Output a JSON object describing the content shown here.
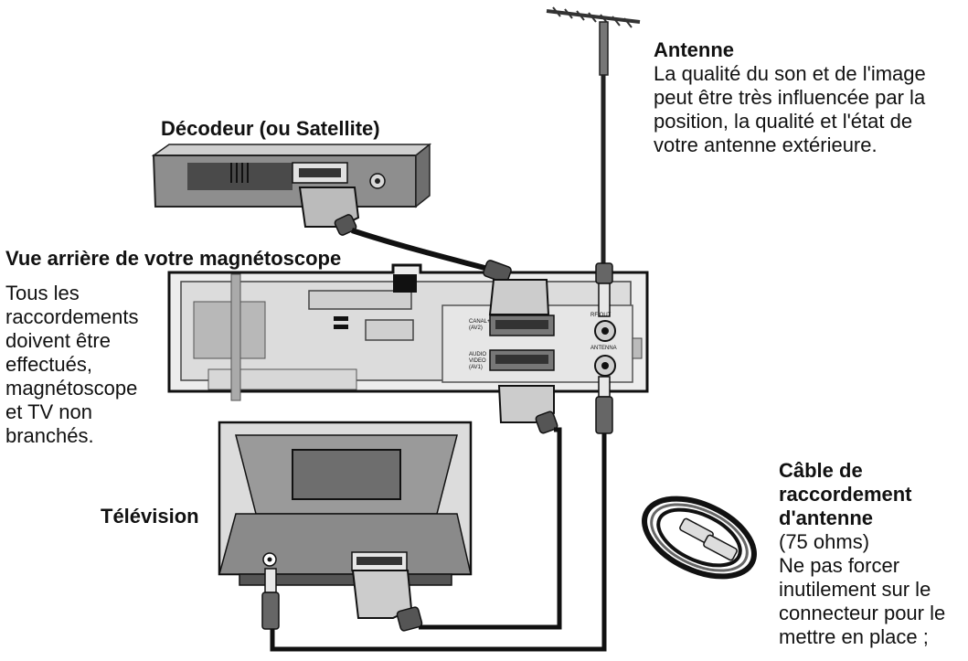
{
  "labels": {
    "decoder_title": "Décodeur (ou Satellite)",
    "vcr_title": "Vue arrière de votre magnétoscope",
    "tv_title": "Télévision",
    "antenna_title": "Antenne",
    "cable_title_lines": [
      "Câble de",
      "raccordement",
      "d'antenne"
    ]
  },
  "antenna_note_lines": [
    "La qualité du son et de l'image",
    "peut être très influencée par la",
    "position, la qualité et l'état de",
    "votre antenne extérieure."
  ],
  "vcr_note_lines": [
    "Tous les",
    "raccordements",
    "doivent être",
    "effectués,",
    "magnétoscope",
    "et TV non",
    "branchés."
  ],
  "cable_note_lines": [
    "(75 ohms)",
    "Ne pas forcer",
    "inutilement sur le",
    "connecteur pour le",
    "mettre en place ;"
  ],
  "vcr_panel": {
    "socket_top_label": "CANAL+ (AV2)",
    "socket_bottom_label": "AUDIO VIDEO (AV1)",
    "rf_out_label": "RF OUT",
    "antenna_in_label": "ANTENNA"
  }
}
